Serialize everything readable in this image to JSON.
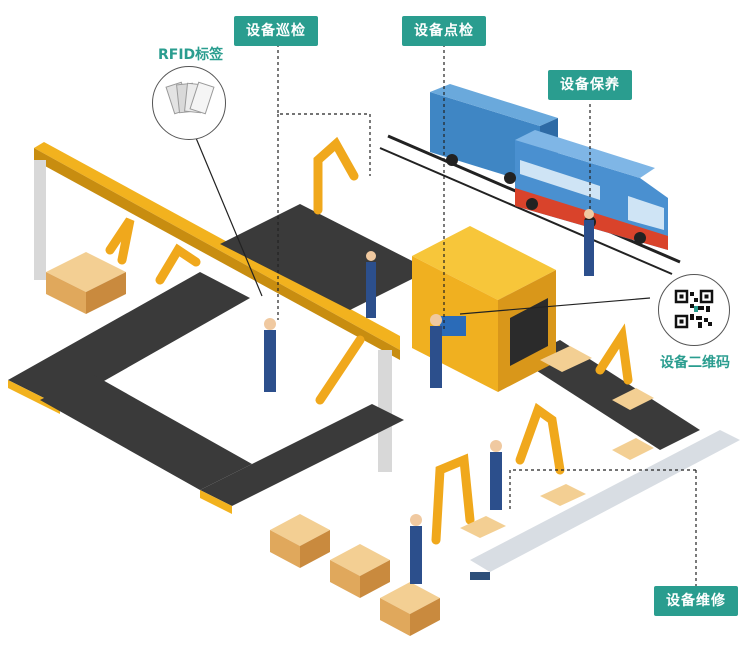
{
  "labels": {
    "rfid": "RFID标签",
    "patrol": "设备巡检",
    "spot_check": "设备点检",
    "maintenance": "设备保养",
    "qr_code": "设备二维码",
    "repair": "设备维修"
  },
  "colors": {
    "label_bg": "#2a9d8f",
    "conveyor": "#3a3a3a",
    "frame": "#f2b21e",
    "robot": "#f0a81c",
    "box": "#e8b56a",
    "train_cargo": "#3f86c4",
    "train_loco": "#4a90d0",
    "stripe": "#d9432b",
    "worker": "#2c4f8c"
  }
}
